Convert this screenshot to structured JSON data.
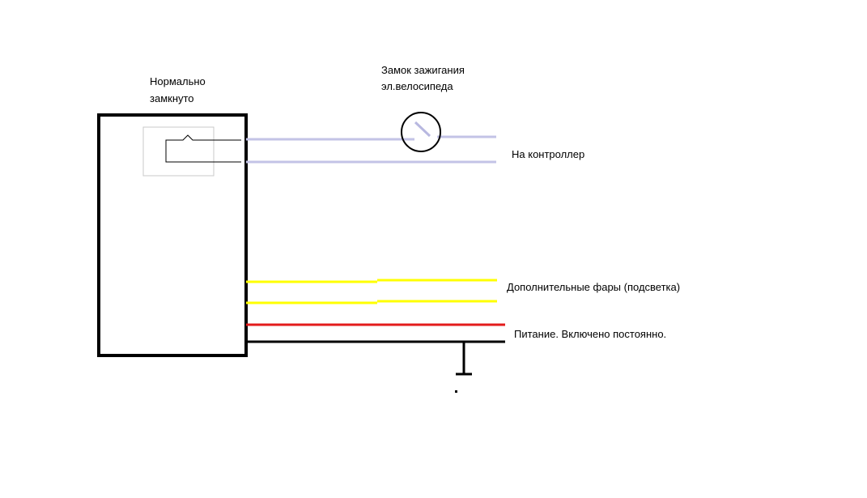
{
  "labels": {
    "normally_closed_line1": "Нормально",
    "normally_closed_line2": "замкнуто",
    "ignition_line1": "Замок зажигания",
    "ignition_line2": "эл.велосипеда",
    "to_controller": "На контроллер",
    "extra_lights": "Дополнительные фары (подсветка)",
    "power_always_on": "Питание. Включено постоянно."
  },
  "colors": {
    "outline": "#000000",
    "relay_frame": "#c8c8c8",
    "controller_wire": "#c3c3e6",
    "light_wire": "#ffff00",
    "power_wire": "#e31b1b",
    "ground_wire": "#000000"
  }
}
